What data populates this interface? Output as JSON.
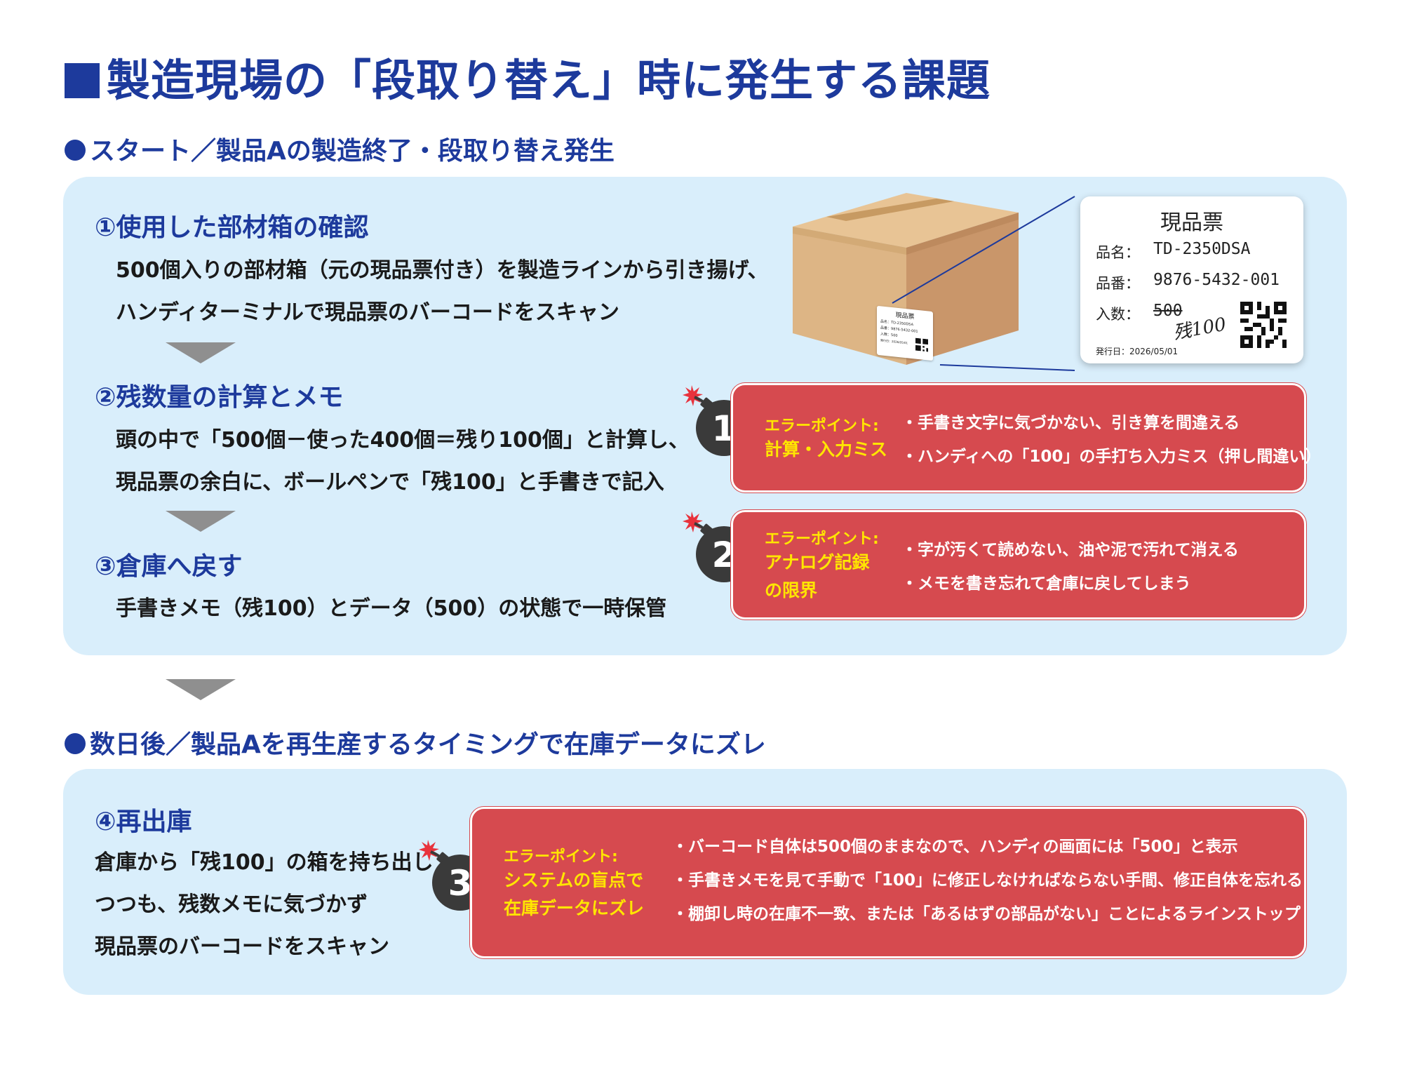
{
  "title": "製造現場の「段取り替え」時に発生する課題",
  "section1": {
    "label": "スタート／製品Aの製造終了・段取り替え発生"
  },
  "section2": {
    "label": "数日後／製品Aを再生産するタイミングで在庫データにズレ"
  },
  "steps": [
    {
      "title": "①使用した部材箱の確認",
      "lines": [
        "500個入りの部材箱（元の現品票付き）を製造ラインから引き揚げ、",
        "ハンディターミナルで現品票のバーコードをスキャン"
      ]
    },
    {
      "title": "②残数量の計算とメモ",
      "lines": [
        "頭の中で「500個－使った400個＝残り100個」と計算し、",
        "現品票の余白に、ボールペンで「残100」と手書きで記入"
      ]
    },
    {
      "title": "③倉庫へ戻す",
      "lines": [
        "手書きメモ（残100）とデータ（500）の状態で一時保管"
      ]
    },
    {
      "title": "④再出庫",
      "lines": [
        "倉庫から「残100」の箱を持ち出し",
        "つつも、残数メモに気づかず",
        "現品票のバーコードをスキャン"
      ]
    }
  ],
  "errors": [
    {
      "number": "1",
      "head": "エラーポイント:",
      "name_lines": [
        "計算・入力ミス"
      ],
      "bullets": [
        "・手書き文字に気づかない、引き算を間違える",
        "・ハンディへの「100」の手打ち入力ミス（押し間違い）"
      ]
    },
    {
      "number": "2",
      "head": "エラーポイント:",
      "name_lines": [
        "アナログ記録",
        "の限界"
      ],
      "bullets": [
        "・字が汚くて読めない、油や泥で汚れて消える",
        "・メモを書き忘れて倉庫に戻してしまう"
      ]
    },
    {
      "number": "3",
      "head": "エラーポイント:",
      "name_lines": [
        "システムの盲点で",
        "在庫データにズレ"
      ],
      "bullets": [
        "・バーコード自体は500個のままなので、ハンディの画面には「500」と表示",
        "・手書きメモを見て手動で「100」に修正しなければならない手間、修正自体を忘れる",
        "・棚卸し時の在庫不一致、または「あるはずの部品がない」ことによるラインストップ"
      ]
    }
  ],
  "label_card": {
    "title": "現品票",
    "name_key": "品名：",
    "name_val": "TD-2350DSA",
    "number_key": "品番：",
    "number_val": "9876-5432-001",
    "qty_key": "入数：",
    "qty_val": "500",
    "handwritten": "残100",
    "issue_date": "発行日：2026/05/01"
  },
  "small_label": {
    "title": "現品票",
    "name_key": "品名：",
    "name_val": "TD-2350DSA",
    "number_key": "品番：",
    "number_val": "9876-5432-001",
    "qty_key": "入数：",
    "qty_val": "500",
    "issue_date": "発行日：2026/05/01"
  },
  "colors": {
    "brand": "#1d3a9c",
    "panel": "#d9eefb",
    "error": "#d64a4f",
    "highlight": "#ffe600",
    "arrow": "#8f8f8f"
  }
}
